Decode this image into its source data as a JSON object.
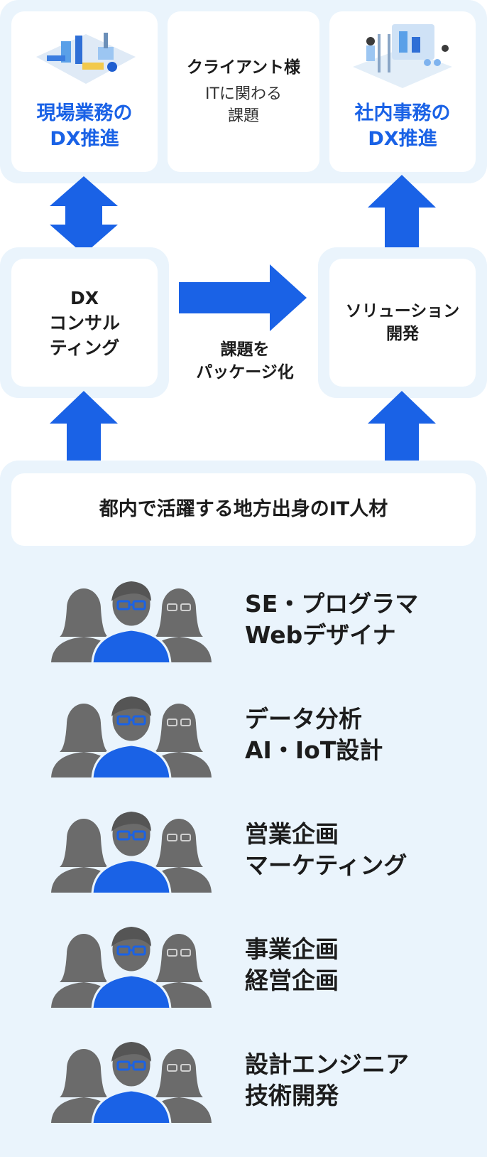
{
  "top": {
    "left_card": {
      "line1": "現場業務の",
      "line2": "DX推進"
    },
    "center_card": {
      "title": "クライアント様",
      "line1": "ITに関わる",
      "line2": "課題"
    },
    "right_card": {
      "line1": "社内事務の",
      "line2": "DX推進"
    }
  },
  "middle": {
    "consulting": {
      "line1": "DX",
      "line2": "コンサル",
      "line3": "ティング"
    },
    "package_label": {
      "line1": "課題を",
      "line2": "パッケージ化"
    },
    "solution": {
      "line1": "ソリューション",
      "line2": "開発"
    }
  },
  "talent": {
    "header": "都内で活躍する地方出身のIT人材",
    "roles": [
      {
        "line1": "SE・プログラマ",
        "line2": "Webデザイナ"
      },
      {
        "line1": "データ分析",
        "line2": "AI・IoT設計"
      },
      {
        "line1": "営業企画",
        "line2": "マーケティング"
      },
      {
        "line1": "事業企画",
        "line2": "経営企画"
      },
      {
        "line1": "設計エンジニア",
        "line2": "技術開発"
      }
    ]
  },
  "colors": {
    "accent_blue": "#1a62e6",
    "panel_bg": "#eaf4fc",
    "person_gray": "#6b6b6b"
  }
}
